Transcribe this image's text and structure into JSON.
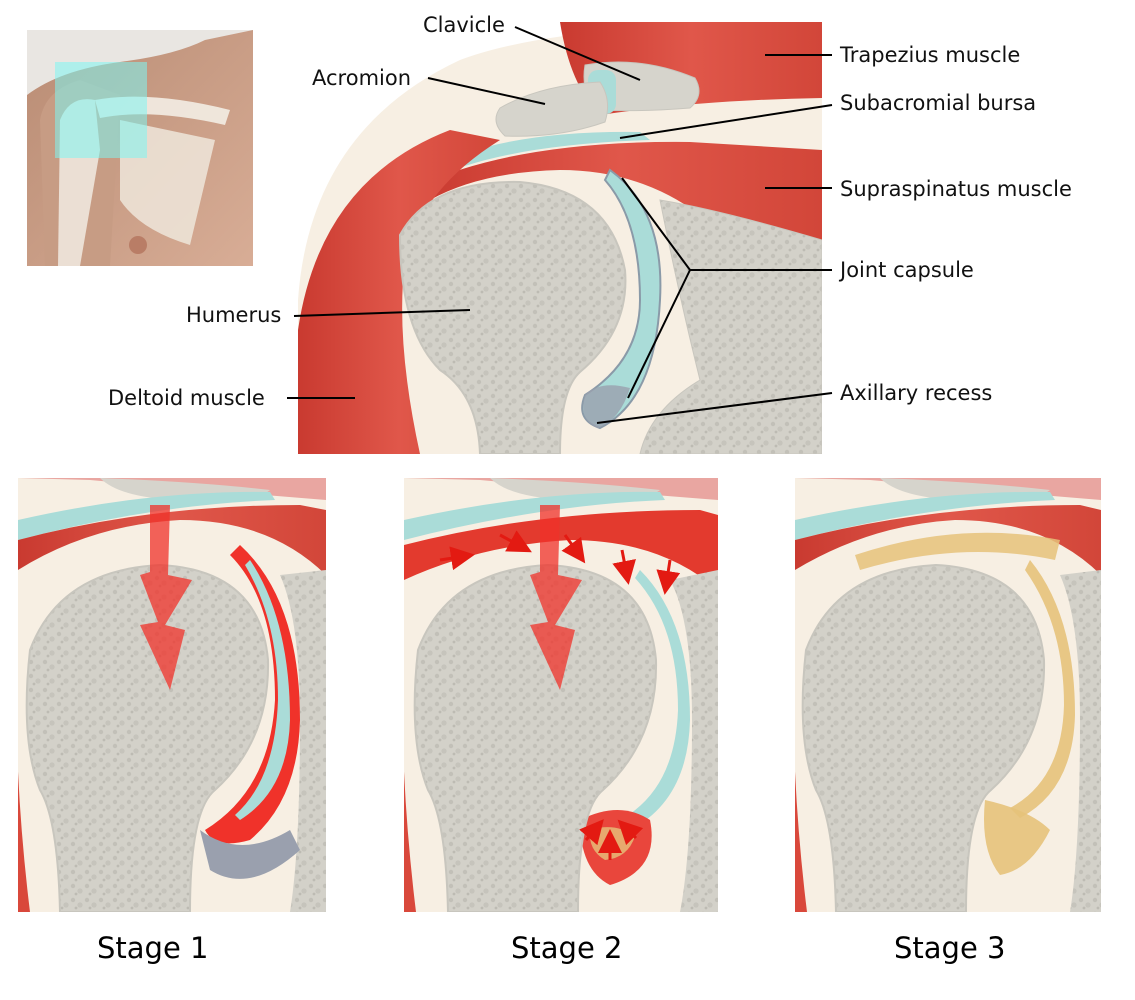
{
  "labels": {
    "clavicle": "Clavicle",
    "acromion": "Acromion",
    "trapezius": "Trapezius muscle",
    "subacromial_bursa": "Subacromial bursa",
    "supraspinatus": "Supraspinatus muscle",
    "joint_capsule": "Joint capsule",
    "humerus": "Humerus",
    "deltoid": "Deltoid muscle",
    "axillary_recess": "Axillary recess"
  },
  "stages": [
    {
      "label": "Stage 1"
    },
    {
      "label": "Stage 2"
    },
    {
      "label": "Stage 3"
    }
  ],
  "colors": {
    "muscle": "#d9483b",
    "bone": "#d6d4cc",
    "bone_texture": "#c4c2ba",
    "fluid": "#aadcd8",
    "inflammation": "#f0322a",
    "adhesion": "#e6c27a",
    "background": "#f7efe3",
    "inset_highlight": "#7ef5f2"
  }
}
